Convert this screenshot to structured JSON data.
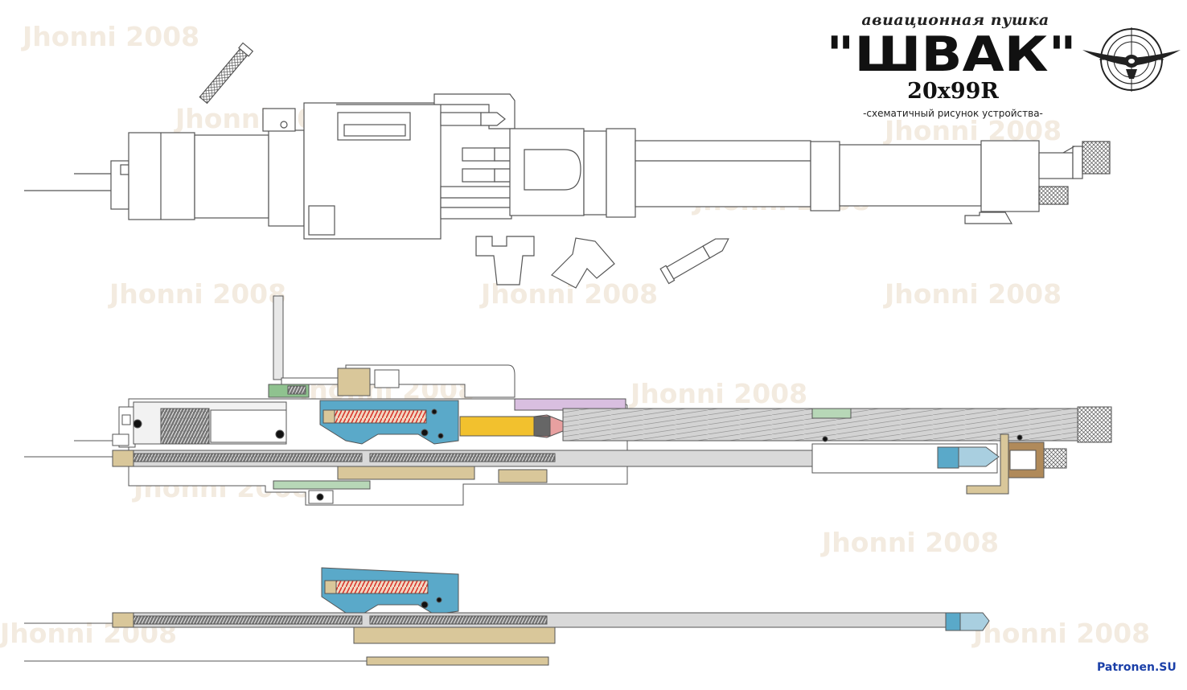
{
  "header": {
    "subtitle": "авиационная пушка",
    "title": "\"ШВАК\"",
    "caliber": "20x99R",
    "caption": "-схематичный рисунок устройства-"
  },
  "watermark": {
    "text": "Jhonni 2008",
    "color": "#f3ebe0"
  },
  "source": {
    "text": "Patronen.SU",
    "color": "#1a3fa8"
  },
  "icons": [
    "target-reticle-icon",
    "aircraft-icon"
  ],
  "colors": {
    "outline": "#555555",
    "cartridge": "#f2c12e",
    "bolt": "#5aa9c9",
    "spring": "#d9342b",
    "receiver_tan": "#d9c79a",
    "green_part": "#8fc28f",
    "barrel_grey": "#c9c9c9",
    "violet_part": "#d9bfe0"
  }
}
